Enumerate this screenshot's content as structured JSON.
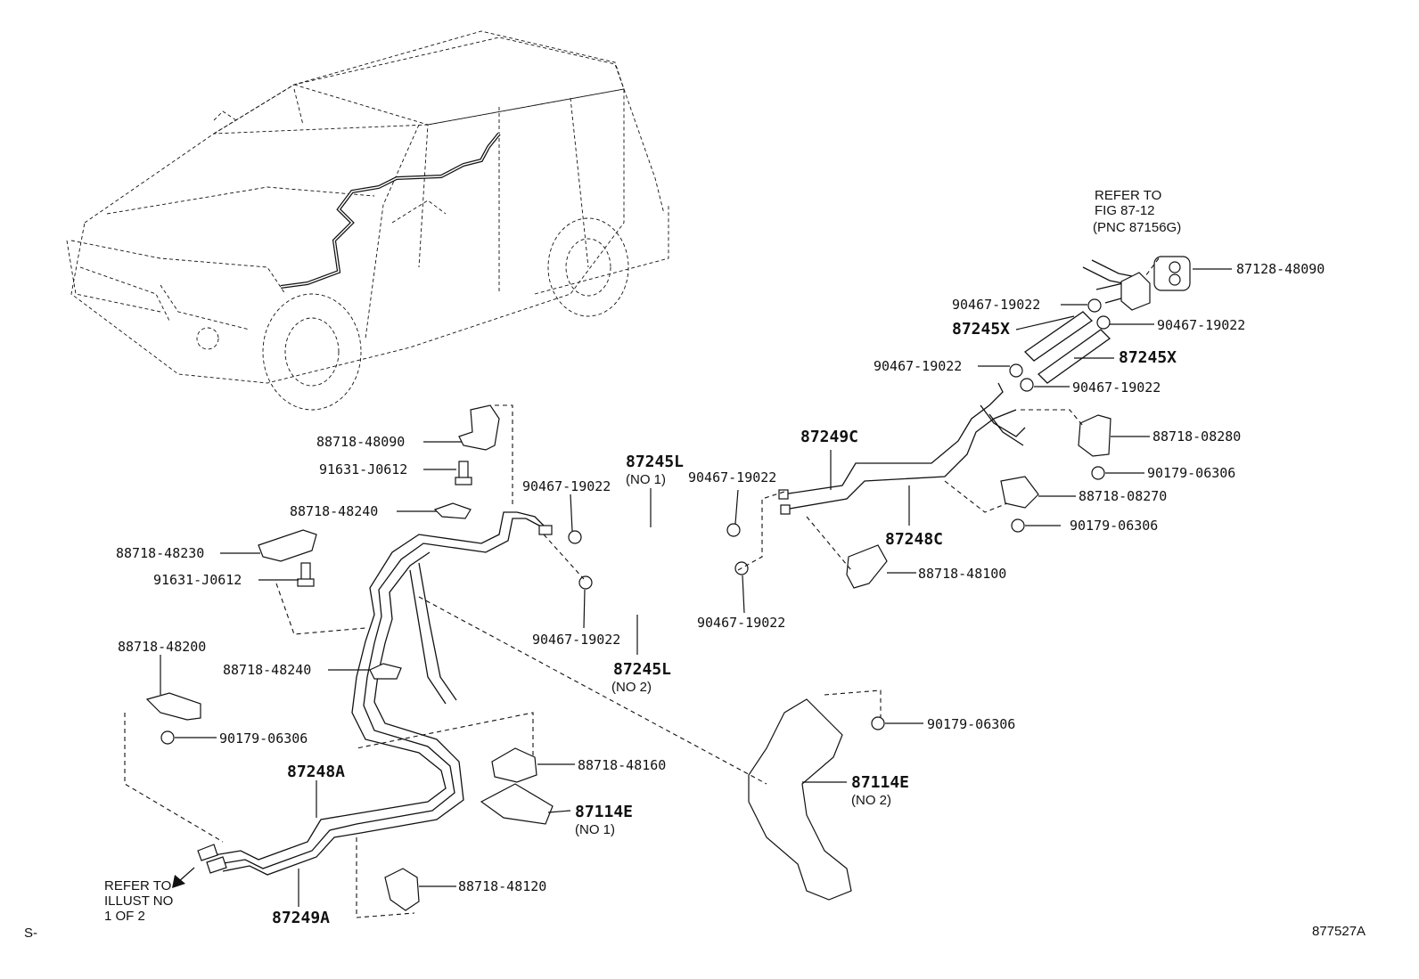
{
  "refer_top": {
    "line1": "REFER TO",
    "line2": "FIG 87-12",
    "line3": "(PNC 87156G)"
  },
  "refer_bottom": {
    "line1": "REFER TO",
    "line2": "ILLUST NO",
    "line3": "1 OF 2"
  },
  "labels": {
    "p87128_48090": "87128-48090",
    "p90467_tr1": "90467-19022",
    "p90467_tr2": "90467-19022",
    "p87245X_a": "87245X",
    "p87245X_b": "87245X",
    "p90467_tr3": "90467-19022",
    "p90467_tr4": "90467-19022",
    "p88718_08280": "88718-08280",
    "p90179_06306_a": "90179-06306",
    "p88718_08270": "88718-08270",
    "p90179_06306_b": "90179-06306",
    "p87249C": "87249C",
    "p87248C": "87248C",
    "p88718_48100": "88718-48100",
    "p88718_48090": "88718-48090",
    "p91631_J0612_a": "91631-J0612",
    "p87245L_1": "87245L",
    "p87245L_1_no": "(NO 1)",
    "p90467_mid1": "90467-19022",
    "p90467_mid2": "90467-19022",
    "p88718_48240_a": "88718-48240",
    "p88718_48230": "88718-48230",
    "p91631_J0612_b": "91631-J0612",
    "p90467_mid3": "90467-19022",
    "p90467_mid4": "90467-19022",
    "p87245L_2": "87245L",
    "p87245L_2_no": "(NO 2)",
    "p88718_48200": "88718-48200",
    "p88718_48240_b": "88718-48240",
    "p90179_06306_c": "90179-06306",
    "p90179_06306_d": "90179-06306",
    "p87248A": "87248A",
    "p88718_48160": "88718-48160",
    "p87114E_1": "87114E",
    "p87114E_1_no": "(NO 1)",
    "p87114E_2": "87114E",
    "p87114E_2_no": "(NO 2)",
    "p88718_48120": "88718-48120",
    "p87249A": "87249A"
  },
  "corner_left": "S-",
  "corner_right": "877527A"
}
